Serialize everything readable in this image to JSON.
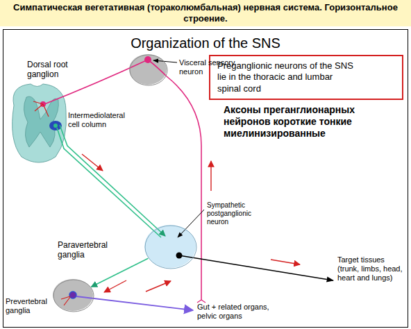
{
  "diagram": {
    "title": "Симпатическая вегетативная (тораколюмбальная) нервная система. Горизонтальное строение.",
    "nodes": [
      {
        "text": [
          "Organization of the SNS"
        ]
      },
      {
        "text": [
          "Dorsal root ganglion"
        ],
        "in": 0
      },
      {
        "text": [
          "Preganglionic neurons of the SNS lie in the thoracic and lumbar spinal cord"
        ],
        "in": 0
      },
      {
        "text": [
          "Paravertebral ganglia"
        ],
        "in": 0
      },
      {
        "text": [
          "Prevertebral ganglia"
        ],
        "in": 0
      }
    ],
    "edges": [
      {
        "from": 3,
        "to": 4,
        "arrow": "to"
      }
    ],
    "labels": [
      "Visceral sensory neuron",
      "Intermediolateral cell column",
      "Аксоны преганглионарных нейронов короткие тонкие миелинизированные",
      "Sympathetic postganglionic neuron",
      "Target tissues (trunk, limbs, head, heart and lungs)",
      "Gut + related organs, pelvic organs"
    ]
  }
}
